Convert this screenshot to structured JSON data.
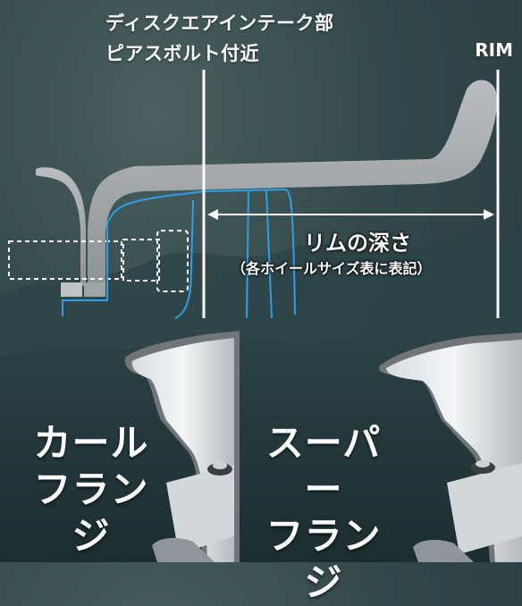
{
  "labels": {
    "intake": "ディスクエアインテーク部",
    "pierce": "ピアスボルト付近",
    "rim": "RIM",
    "depth_main": "リムの深さ",
    "depth_sub": "（各ホイールサイズ表に表記）"
  },
  "flanges": {
    "curl": [
      "カール",
      "フランジ"
    ],
    "super": [
      "スーパー",
      "フランジ"
    ]
  },
  "colors": {
    "rim_profile": "#a9adb0",
    "blue_lines": "#2aa0ea",
    "guide_lines": "#ffffff",
    "text": "#ffffff"
  }
}
